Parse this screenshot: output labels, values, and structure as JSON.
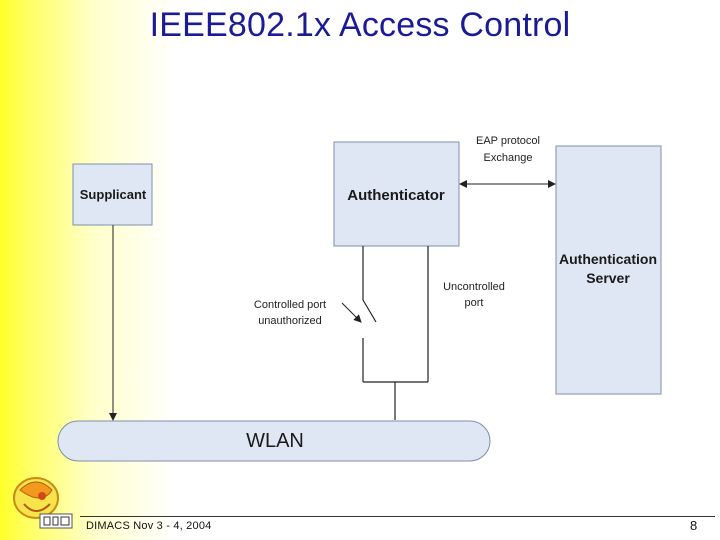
{
  "slide": {
    "title": "IEEE802.1x Access Control",
    "footer": "DIMACS Nov 3 - 4, 2004",
    "page_number": "8"
  },
  "diagram": {
    "supplicant": "Supplicant",
    "authenticator": "Authenticator",
    "server_line1": "Authentication",
    "server_line2": "Server",
    "wlan": "WLAN",
    "eap_line1": "EAP protocol",
    "eap_line2": "Exchange",
    "uncontrolled_line1": "Uncontrolled",
    "uncontrolled_line2": "port",
    "controlled_line1": "Controlled port",
    "controlled_line2": "unauthorized"
  },
  "colors": {
    "box_fill": "#dfe7f4",
    "box_stroke": "#7f8fa8",
    "title": "#1b1b96"
  }
}
